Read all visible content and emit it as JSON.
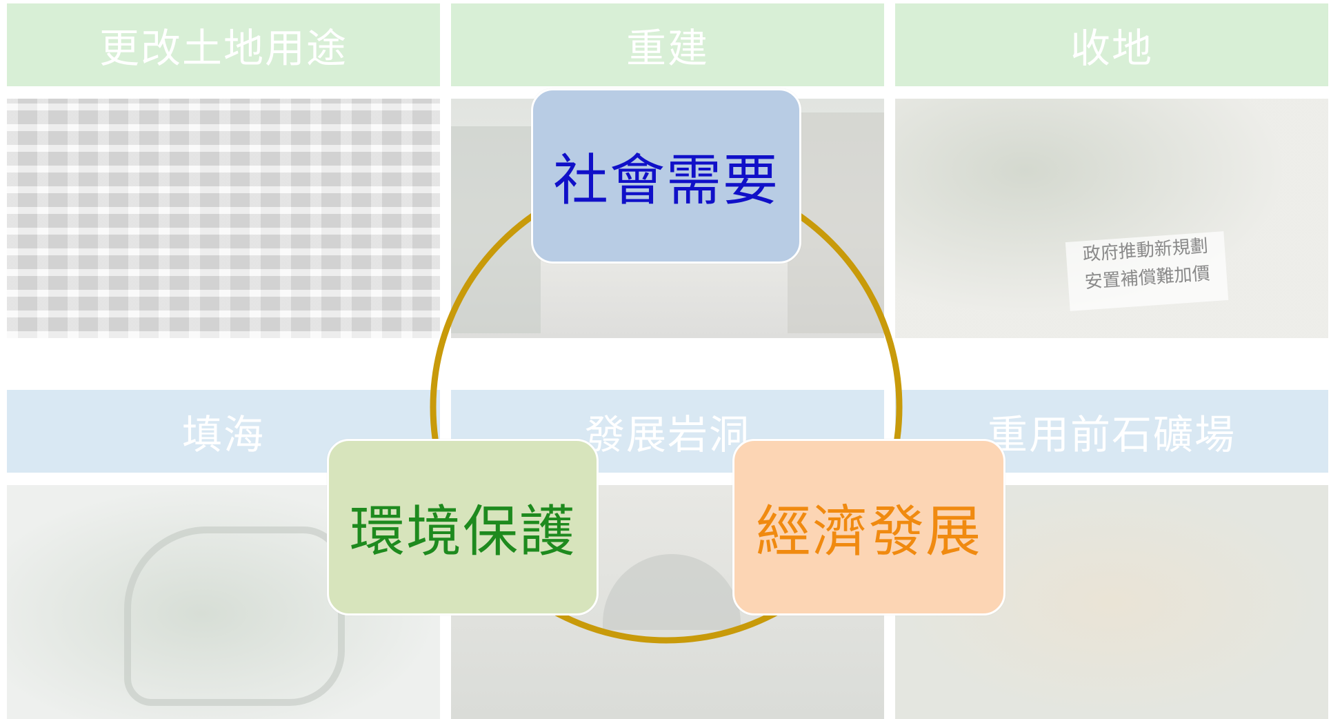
{
  "tiles": {
    "land_use_change": {
      "label": "更改土地用途"
    },
    "redevelopment": {
      "label": "重建"
    },
    "land_resumption": {
      "label": "收地"
    },
    "reclamation": {
      "label": "填海"
    },
    "rock_caverns": {
      "label": "發展岩洞"
    },
    "quarry_reuse": {
      "label": "重用前石礦場"
    }
  },
  "cycle": {
    "social": "社會需要",
    "environment": "環境保護",
    "economy": "經濟發展"
  },
  "protest_banner": {
    "line1": "政府推動新規劃",
    "line2": "安置補償難加價"
  },
  "colors": {
    "ring": "#c89a0a",
    "social_bg": "#b8cce4",
    "environment_bg": "#d7e4bc",
    "economy_bg": "#fcd5b4"
  }
}
